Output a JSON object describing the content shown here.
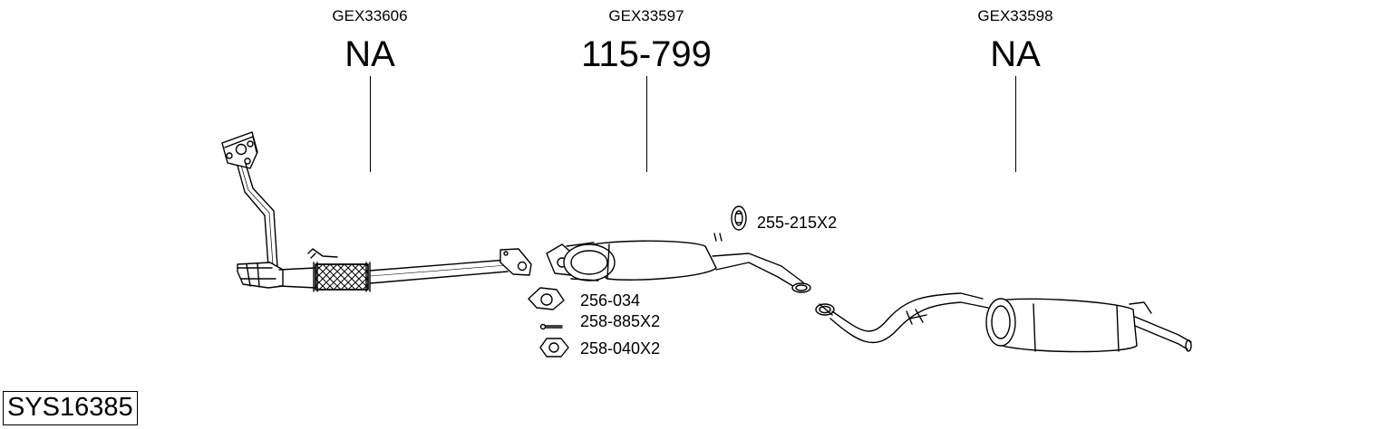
{
  "sections": [
    {
      "code": "GEX33606",
      "part": "NA"
    },
    {
      "code": "GEX33597",
      "part": "115-799"
    },
    {
      "code": "GEX33598",
      "part": "NA"
    }
  ],
  "accessories": [
    {
      "label": "255-215X2"
    },
    {
      "label": "256-034"
    },
    {
      "label": "258-885X2"
    },
    {
      "label": "258-040X2"
    }
  ],
  "system_id": "SYS16385"
}
